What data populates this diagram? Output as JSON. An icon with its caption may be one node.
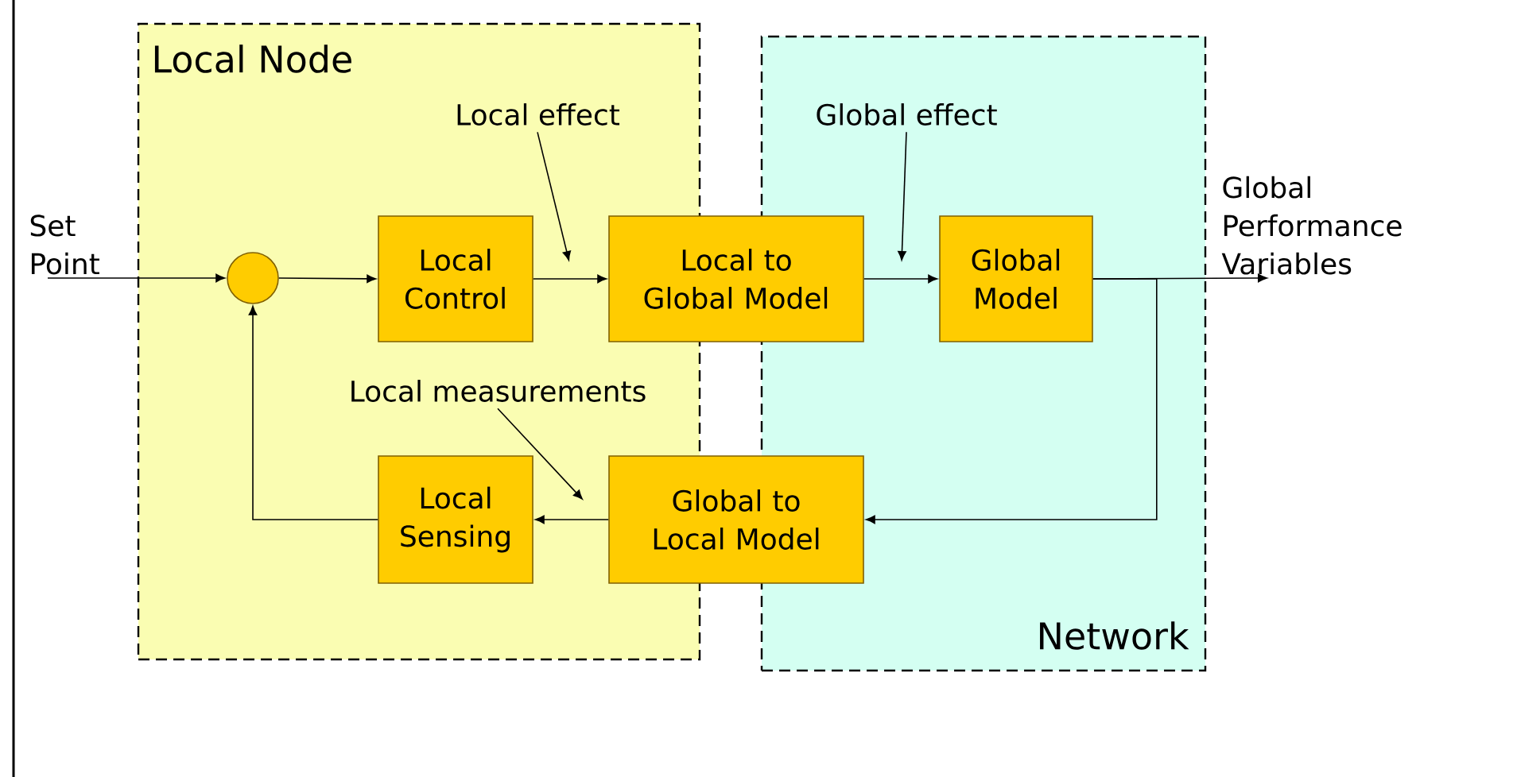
{
  "diagram": {
    "nodes": [
      {
        "text": [
          "Local Node"
        ]
      },
      {
        "text": [
          "Network"
        ]
      },
      {
        "text": [
          "Set Point"
        ]
      },
      {
        "text": [],
        "shape": "circle",
        "in": 0
      },
      {
        "text": [
          "Local Control"
        ],
        "in": 0
      },
      {
        "text": [
          "Local to Global Model"
        ]
      },
      {
        "text": [
          "Global Model"
        ],
        "in": 1
      },
      {
        "text": [
          "Global Performance Variables"
        ]
      },
      {
        "text": [
          "Local Sensing"
        ],
        "in": 0
      },
      {
        "text": [
          "Global to Local Model"
        ]
      },
      {
        "text": [
          "Local effect"
        ],
        "in": 0
      },
      {
        "text": [
          "Global effect"
        ],
        "in": 1
      },
      {
        "text": [
          "Local measurements"
        ],
        "in": 0
      }
    ],
    "edges": [
      {
        "from": 2,
        "to": 3,
        "arrow": "to"
      },
      {
        "from": 3,
        "to": 4,
        "arrow": "to"
      },
      {
        "from": 4,
        "to": 5,
        "arrow": "to"
      },
      {
        "from": 5,
        "to": 6,
        "arrow": "to"
      },
      {
        "from": 6,
        "to": 7,
        "arrow": "to"
      },
      {
        "from": 6,
        "to": 9,
        "arrow": "to"
      },
      {
        "from": 9,
        "to": 8,
        "arrow": "to"
      },
      {
        "from": 8,
        "to": 3,
        "arrow": "to"
      },
      {
        "from": 10,
        "to": null,
        "arrow": "to"
      },
      {
        "from": 11,
        "to": null,
        "arrow": "to"
      },
      {
        "from": 12,
        "to": null,
        "arrow": "to"
      }
    ]
  }
}
